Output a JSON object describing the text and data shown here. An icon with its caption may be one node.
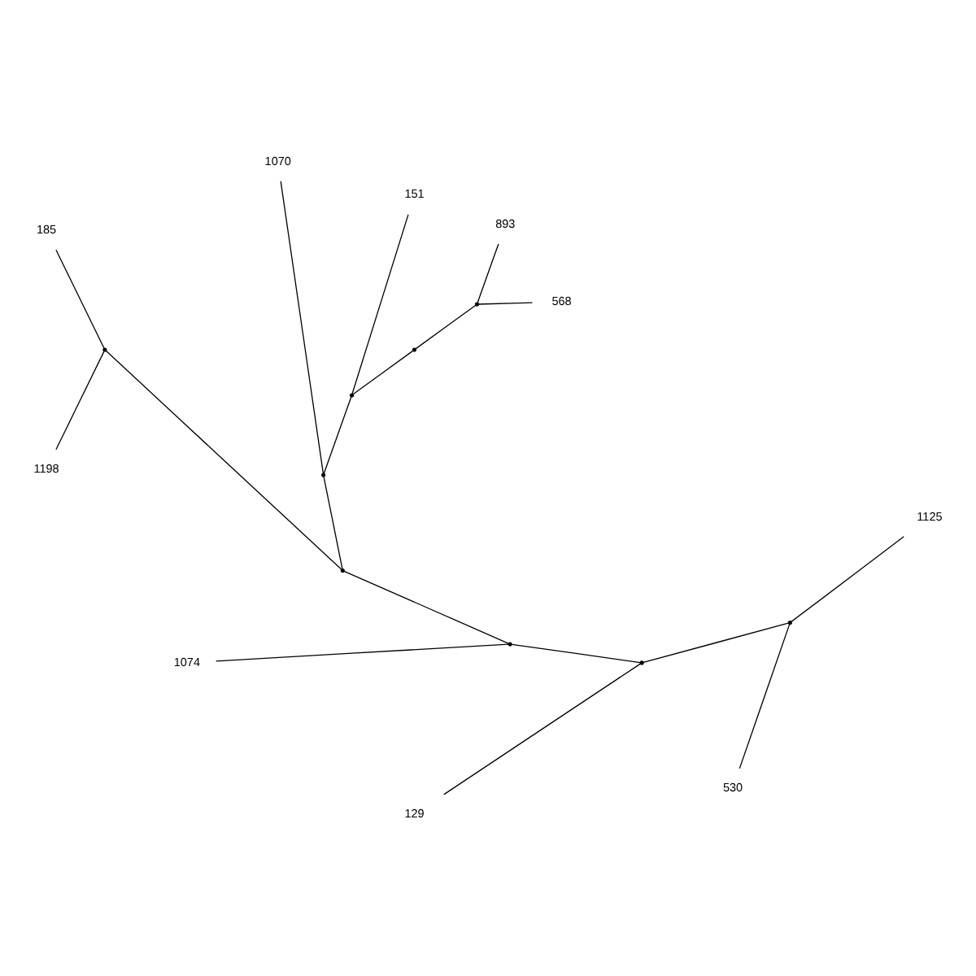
{
  "diagram": {
    "nodes": [
      {
        "text": [
          "151"
        ]
      },
      {
        "text": [
          "568"
        ]
      },
      {
        "text": [
          "893"
        ]
      },
      {
        "text": [
          "1070"
        ]
      },
      {
        "text": [
          "185"
        ]
      },
      {
        "text": [
          "1198"
        ]
      },
      {
        "text": [
          "1074"
        ]
      },
      {
        "text": [
          "129"
        ]
      },
      {
        "text": [
          "530"
        ]
      },
      {
        "text": [
          "1125"
        ]
      },
      {
        "text": [],
        "shape": "point"
      },
      {
        "text": [],
        "shape": "point"
      },
      {
        "text": [],
        "shape": "point"
      },
      {
        "text": [],
        "shape": "point"
      },
      {
        "text": [],
        "shape": "point"
      },
      {
        "text": [],
        "shape": "point"
      },
      {
        "text": [],
        "shape": "point"
      },
      {
        "text": [],
        "shape": "point"
      },
      {
        "text": [],
        "shape": "point"
      }
    ],
    "edges": [
      {
        "from": 10,
        "to": 11,
        "arrow": "none"
      },
      {
        "from": 10,
        "to": 12,
        "arrow": "none"
      },
      {
        "from": 11,
        "to": 1,
        "arrow": "none"
      },
      {
        "from": 11,
        "to": 2,
        "arrow": "none"
      },
      {
        "from": 12,
        "to": 0,
        "arrow": "none"
      },
      {
        "from": 12,
        "to": 13,
        "arrow": "none"
      },
      {
        "from": 13,
        "to": 3,
        "arrow": "none"
      },
      {
        "from": 13,
        "to": 15,
        "arrow": "none"
      },
      {
        "from": 15,
        "to": 14,
        "arrow": "none"
      },
      {
        "from": 15,
        "to": 16,
        "arrow": "none"
      },
      {
        "from": 14,
        "to": 4,
        "arrow": "none"
      },
      {
        "from": 14,
        "to": 5,
        "arrow": "none"
      },
      {
        "from": 16,
        "to": 6,
        "arrow": "none"
      },
      {
        "from": 16,
        "to": 17,
        "arrow": "none"
      },
      {
        "from": 17,
        "to": 7,
        "arrow": "none"
      },
      {
        "from": 17,
        "to": 18,
        "arrow": "none"
      },
      {
        "from": 18,
        "to": 8,
        "arrow": "none"
      },
      {
        "from": 18,
        "to": 9,
        "arrow": "none"
      }
    ]
  }
}
